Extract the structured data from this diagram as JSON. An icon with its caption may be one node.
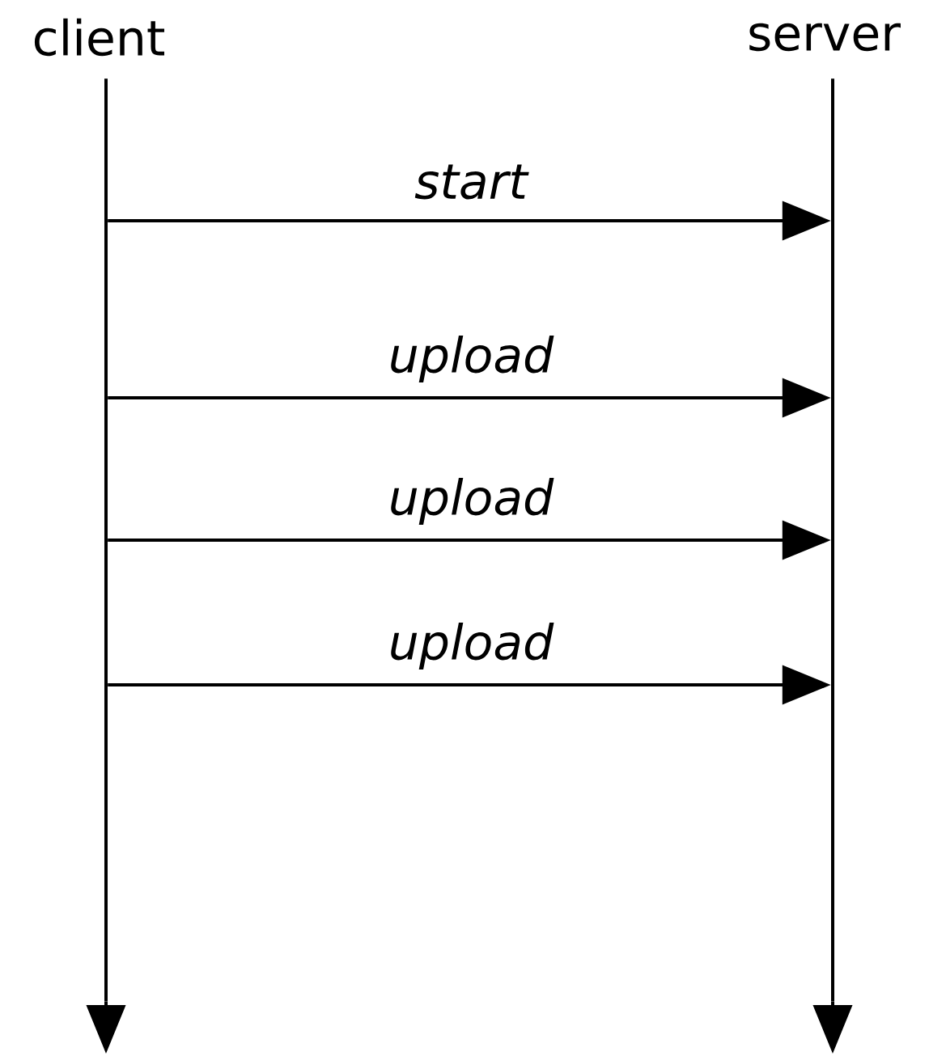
{
  "diagram": {
    "nodes": [
      {
        "text": [
          "client"
        ]
      },
      {
        "text": [
          "server"
        ]
      },
      {
        "text": [],
        "shape": "bar"
      },
      {
        "text": [],
        "shape": "bar"
      }
    ],
    "edges": [
      {
        "from": 2,
        "to": null,
        "arrow": "to"
      },
      {
        "from": 3,
        "to": null,
        "arrow": "to"
      },
      {
        "from": 2,
        "to": 3,
        "arrow": "to",
        "label": "start"
      },
      {
        "from": 2,
        "to": 3,
        "arrow": "to",
        "label": "upload"
      },
      {
        "from": 2,
        "to": 3,
        "arrow": "to",
        "label": "upload"
      },
      {
        "from": 2,
        "to": 3,
        "arrow": "to",
        "label": "upload"
      }
    ]
  }
}
